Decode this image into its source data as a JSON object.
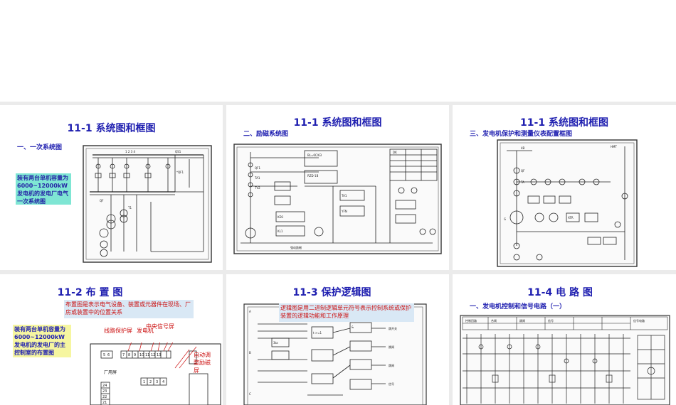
{
  "slides": [
    {
      "title": "11-1  系统图和框图",
      "subtitle": "一、一次系统图",
      "note": "装有两台单机容量为6000~12000kW发电机的发电厂电气一次系统图"
    },
    {
      "title": "11-1  系统图和框图",
      "subtitle": "二、励磁系统图"
    },
    {
      "title": "11-1  系统图和框图",
      "subtitle": "三、发电机保护和测量仪表配置框图"
    },
    {
      "title": "11-2  布 置 图",
      "note_top": "布置图是表示电气设备、装置或元器件在现场、厂房或装置中的位置关系",
      "note_left": "装有两台单机容量为6000~12000kW 发电机的发电厂的主控制室的布置图",
      "labels": {
        "line_protection": "线路保护屏",
        "generator": "发电机",
        "central_signal": "中央信号屏",
        "auto_excitation": "自动调整励磁屏",
        "plant": "厂用屏",
        "cells_top": [
          "5",
          "6",
          "7",
          "8",
          "9",
          "10",
          "11",
          "12",
          "13"
        ],
        "cells_mid": [
          "1",
          "2",
          "3",
          "4"
        ],
        "cells_left": [
          "24",
          "23",
          "22",
          "21"
        ]
      }
    },
    {
      "title": "11-3  保护逻辑图",
      "note": "逻辑图是用二进制逻辑单元符号表示控制系统或保护装置的逻辑功能和工作原理"
    },
    {
      "title": "11-4  电  路  图",
      "subtitle": "一、发电机控制和信号电路（一）"
    }
  ]
}
